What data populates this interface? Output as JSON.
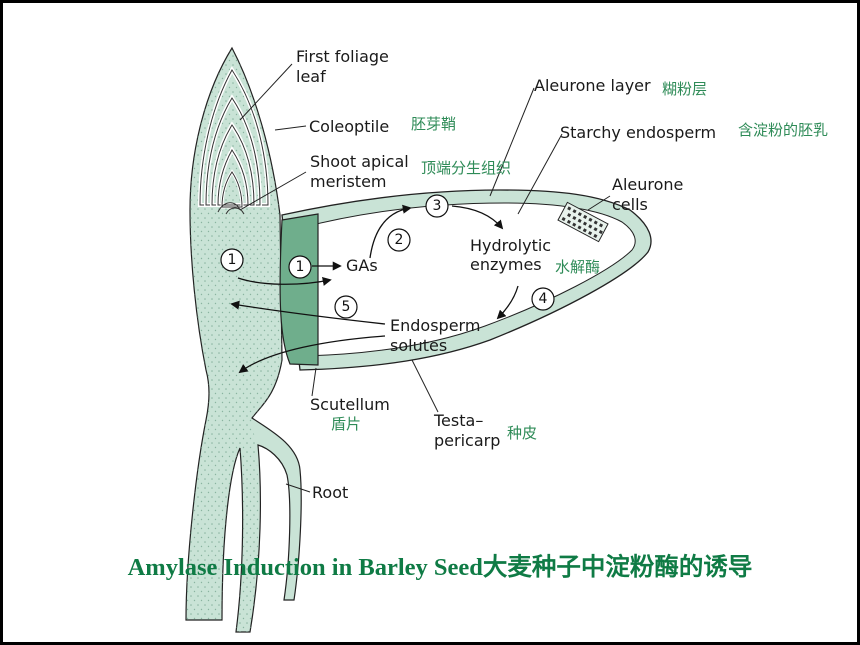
{
  "labels": {
    "first_foliage": [
      "First foliage",
      "leaf"
    ],
    "coleoptile": "Coleoptile",
    "shoot_apical": [
      "Shoot apical",
      "meristem"
    ],
    "aleurone_layer": "Aleurone layer",
    "starchy_endosperm": "Starchy endosperm",
    "aleurone_cells": [
      "Aleurone",
      "cells"
    ],
    "gas": "GAs",
    "hydrolytic": [
      "Hydrolytic",
      "enzymes"
    ],
    "endosperm_solutes": [
      "Endosperm",
      "solutes"
    ],
    "scutellum": "Scutellum",
    "testa": [
      "Testa–",
      "pericarp"
    ],
    "root": "Root"
  },
  "chinese": {
    "aleurone": "糊粉层",
    "coleoptile": "胚芽鞘",
    "starchy": "含淀粉的胚乳",
    "meristem": "顶端分生组织",
    "enzymes": "水解酶",
    "scutellum": "盾片",
    "testa": "种皮"
  },
  "steps": [
    "1",
    "1",
    "2",
    "3",
    "4",
    "5"
  ],
  "caption": "Amylase Induction in Barley Seed大麦种子中淀粉酶的诱导",
  "colors": {
    "tissue": "#c9e3d6",
    "scutellum": "#6fae8c",
    "caption": "#0f7b45",
    "chinese": "#2e8b57"
  }
}
